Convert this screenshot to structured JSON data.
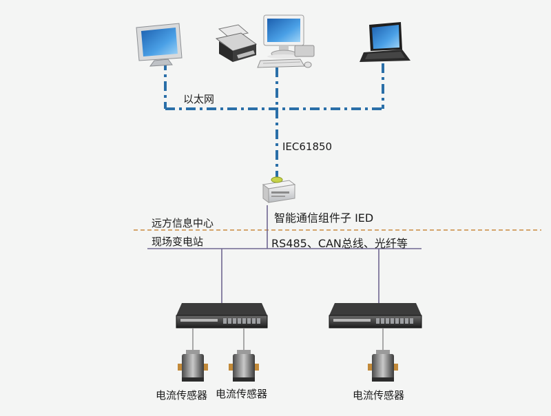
{
  "network": {
    "ethernet_label": "以太网",
    "protocol_label": "IEC61850"
  },
  "gateway": {
    "label": "智能通信组件子 IED"
  },
  "boundary": {
    "remote_label": "远方信息中心",
    "station_label": "现场变电站"
  },
  "bus": {
    "label": "RS485、CAN总线、光纤等"
  },
  "sensors": [
    {
      "label": "电流传感器"
    },
    {
      "label": "电流传感器"
    },
    {
      "label": "电流传感器"
    }
  ],
  "colors": {
    "ethernet_line": "#2a6fa8",
    "boundary_line": "#c98a3c",
    "bus_line": "#6e6690",
    "text": "#1a1a1a"
  }
}
